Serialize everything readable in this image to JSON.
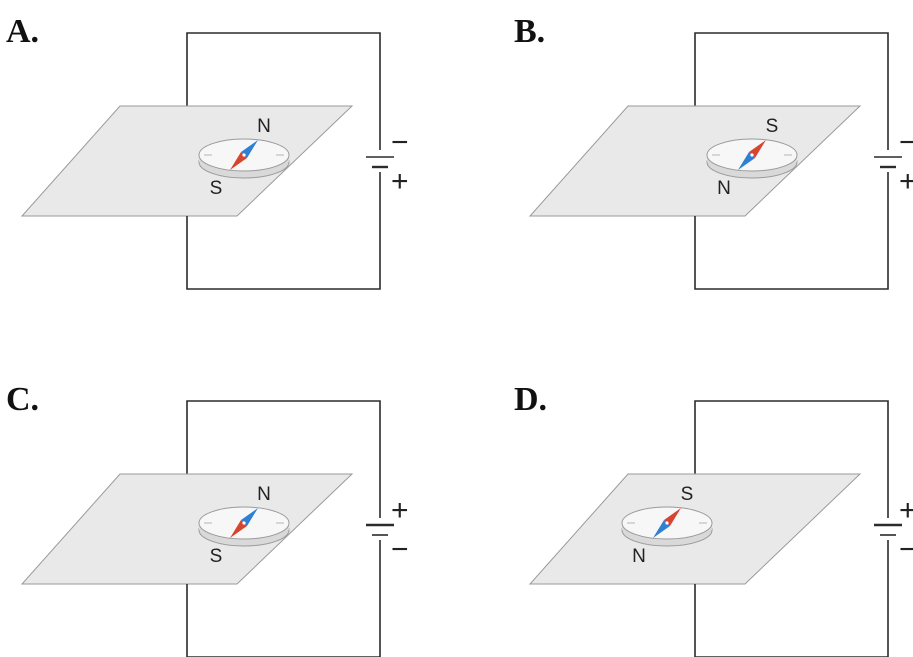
{
  "colors": {
    "wire": "#2b2b2b",
    "plane_fill": "#e9e9e9",
    "plane_stroke": "#9a9a9a",
    "compass_face": "#f7f7f7",
    "compass_side": "#d9d9d9",
    "needle_red": "#d6452f",
    "needle_blue": "#2f7fd3"
  },
  "options": [
    {
      "id": "A",
      "label": "A.",
      "pole_top": "N",
      "pole_bottom": "S",
      "battery_top": "−",
      "battery_bottom": "+",
      "compass_shift": "center"
    },
    {
      "id": "B",
      "label": "B.",
      "pole_top": "S",
      "pole_bottom": "N",
      "battery_top": "−",
      "battery_bottom": "+",
      "compass_shift": "center"
    },
    {
      "id": "C",
      "label": "C.",
      "pole_top": "N",
      "pole_bottom": "S",
      "battery_top": "+",
      "battery_bottom": "−",
      "compass_shift": "center"
    },
    {
      "id": "D",
      "label": "D.",
      "pole_top": "S",
      "pole_bottom": "N",
      "battery_top": "+",
      "battery_bottom": "−",
      "compass_shift": "left"
    }
  ]
}
